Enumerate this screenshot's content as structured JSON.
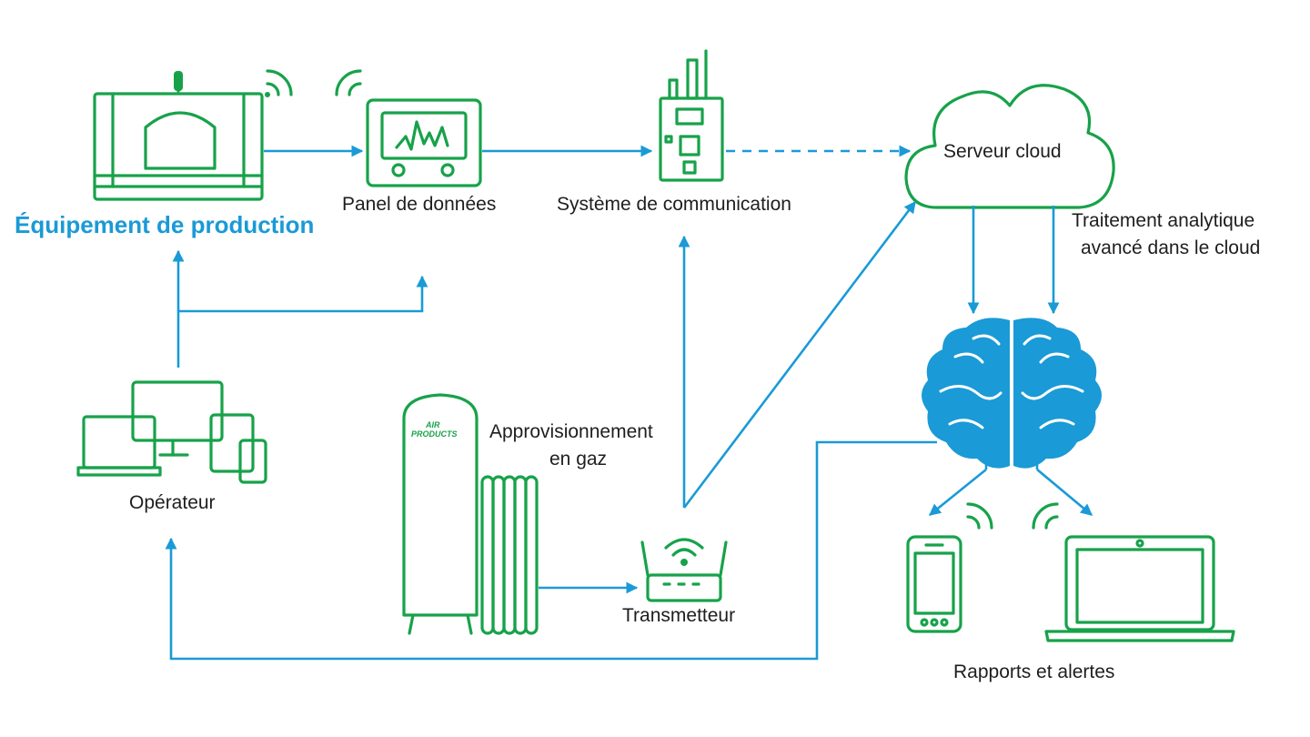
{
  "labels": {
    "production_equipment": "Équipement de production",
    "data_panel": "Panel de données",
    "communication_system": "Système de communication",
    "cloud_server": "Serveur cloud",
    "cloud_analytics_line1": "Traitement analytique",
    "cloud_analytics_line2": "avancé dans le cloud",
    "operator": "Opérateur",
    "gas_supply_line1": "Approvisionnement",
    "gas_supply_line2": "en gaz",
    "transmitter": "Transmetteur",
    "reports_alerts": "Rapports et alertes",
    "tank_logo_line1": "AIR",
    "tank_logo_line2": "PRODUCTS"
  },
  "colors": {
    "icon_green": "#17a24a",
    "flow_blue": "#1a9ad6",
    "title_blue": "#1a9ad6",
    "text": "#1e1e1e"
  },
  "icons": [
    "production-machine-icon",
    "data-panel-icon",
    "communication-system-icon",
    "cloud-icon",
    "brain-icon",
    "devices-icon",
    "gas-tank-icon",
    "router-icon",
    "smartphone-icon",
    "laptop-icon",
    "wifi-signal-icon"
  ]
}
